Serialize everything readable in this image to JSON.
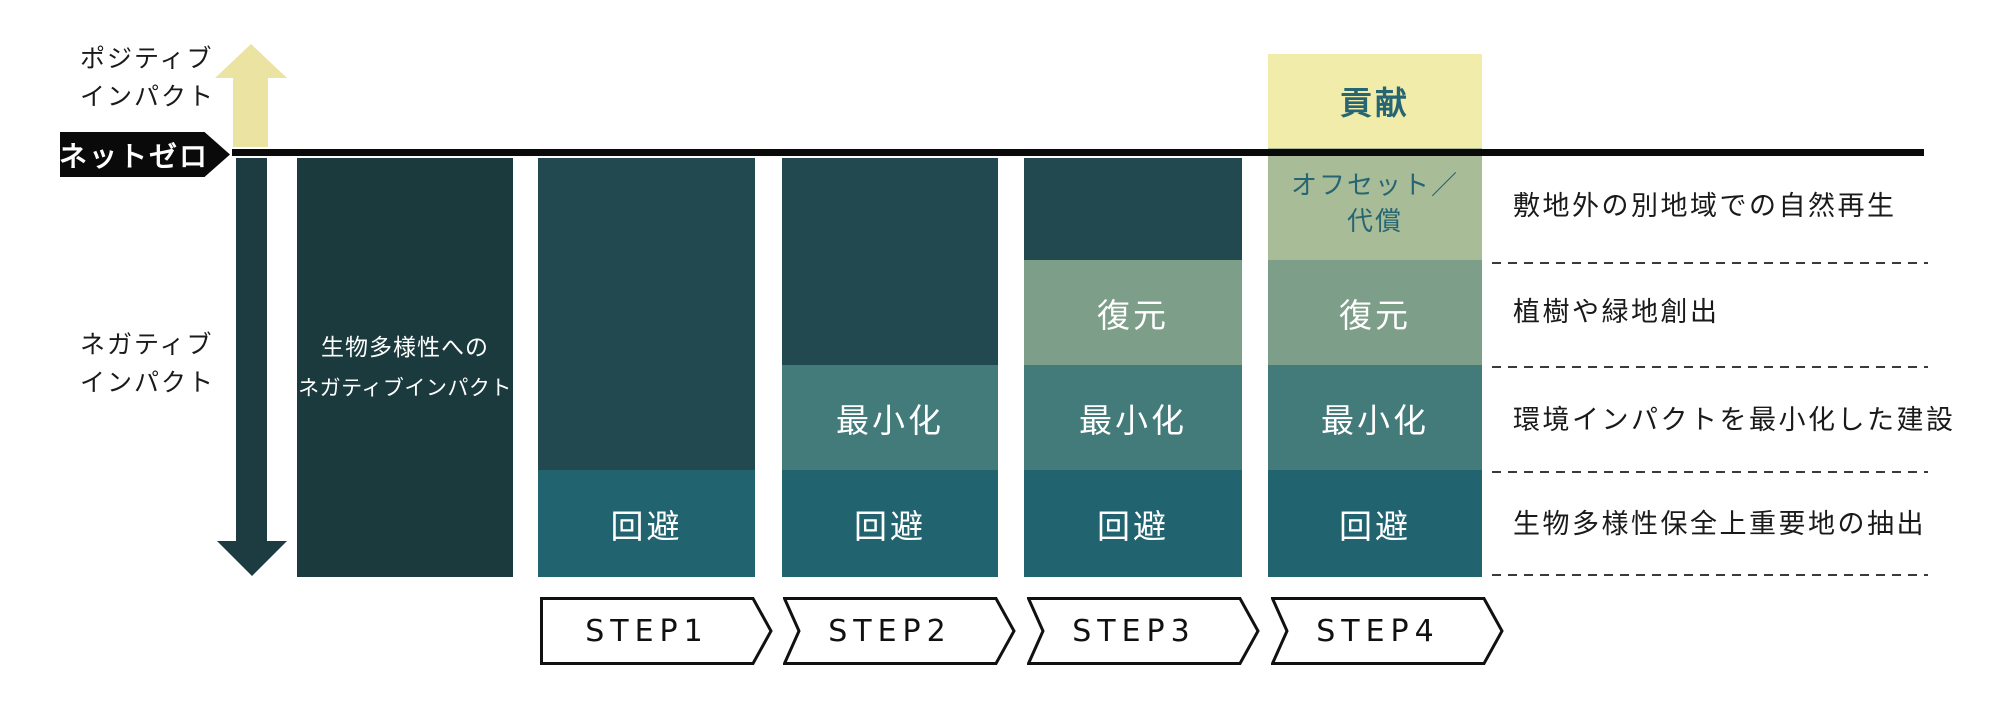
{
  "diagram": {
    "positive_impact_line1": "ポジティブ",
    "positive_impact_line2": "インパクト",
    "negative_impact_line1": "ネガティブ",
    "negative_impact_line2": "インパクト",
    "net_zero": "ネットゼロ"
  },
  "baseline_bar": {
    "line1": "生物多様性への",
    "line2": "ネガティブインパクト"
  },
  "segments": {
    "avoid": "回避",
    "minimize": "最小化",
    "restore": "復元",
    "offset_line1": "オフセット／",
    "offset_line2": "代償",
    "contribute": "貢献"
  },
  "steps": [
    {
      "label": "STEP1"
    },
    {
      "label": "STEP2"
    },
    {
      "label": "STEP3"
    },
    {
      "label": "STEP4"
    }
  ],
  "right_labels": [
    {
      "text": "敷地外の別地域での自然再生"
    },
    {
      "text": "植樹や緑地創出"
    },
    {
      "text": "環境インパクトを最小化した建設"
    },
    {
      "text": "生物多様性保全上重要地の抽出"
    }
  ],
  "colors": {
    "baseline_bar": "#1b3a3e",
    "dark_segment": "#224850",
    "avoid": "#21646f",
    "minimize": "#437a7a",
    "restore": "#7d9e88",
    "offset": "#a9bc98",
    "contribute": "#f2ecaa",
    "positive_arrow": "#ebe3a1",
    "negative_arrow": "#1c3c42",
    "net_zero_bg": "#0a0a0a",
    "accent_text": "#266673"
  }
}
